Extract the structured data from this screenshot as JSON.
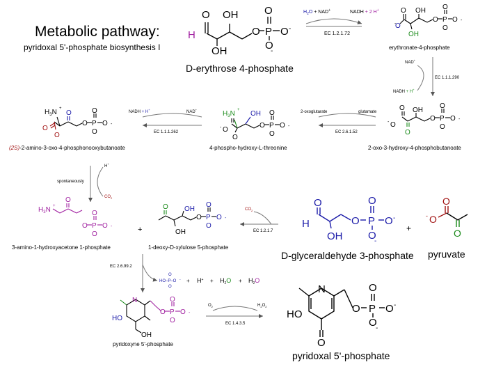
{
  "title": "Metabolic pathway:",
  "subtitle": "pyridoxal 5'-phosphate biosynthesis I",
  "colors": {
    "black": "#000000",
    "blue": "#1a1aa8",
    "red": "#a01010",
    "green": "#1a8a1a",
    "purple": "#a020a0",
    "magenta": "#b01080",
    "teal": "#008080",
    "arrow": "#777777"
  },
  "compounds": {
    "erythrose": "D-erythrose 4-phosphate",
    "erythronate": "erythronate-4-phosphate",
    "oxohydroxy": "2-oxo-3-hydroxy-4-phosphobutanoate",
    "threonine": "4-phospho-hydroxy-L-threonine",
    "aminooxo_stereo": "(2S)",
    "aminooxo_rest": "-2-amino-3-oxo-4-phosphonooxybutanoate",
    "aminohydroxyacetone": "3-amino-1-hydroxyacetone 1-phosphate",
    "plus": "+",
    "deoxyxylulose": "1-deoxy-D-xylulose 5-phosphate",
    "g3p": "D-glyceraldehyde 3-phosphate",
    "pyruvate": "pyruvate",
    "pyridoxine": "pyridoxyne 5'-phosphate",
    "plp": "pyridoxal 5'-phosphate"
  },
  "reactions": {
    "r1": {
      "ec": "EC 1.2.1.72",
      "left_h2o": "H",
      "left_h2o_sub": "2",
      "left_h2o_o": "O",
      "left_plus": " + NAD",
      "left_sup": "+",
      "right_nadh": "NADH",
      "right_plus": " + 2 H",
      "right_sup": "+"
    },
    "r2": {
      "ec": "EC 1.1.1.290",
      "top": "NAD",
      "top_sup": "+",
      "bottom_nadh": "NADH",
      "bottom_plus": " + H",
      "bottom_sup": "+"
    },
    "r3": {
      "ec": "EC 2.6.1.52",
      "left": "2-oxoglutarate",
      "right": "glutamate"
    },
    "r4": {
      "ec": "EC 1.1.1.262",
      "left_nadh": "NADH",
      "left_plus": " + H",
      "left_sup": "+",
      "right": "NAD",
      "right_sup": "+"
    },
    "r5": {
      "label": "spontaneously",
      "top": "H",
      "top_sup": "+",
      "bottom": "CO",
      "bottom_sub": "2"
    },
    "r6": {
      "ec": "EC 1.2.1.7",
      "top": "CO",
      "top_sub": "2"
    },
    "r7": {
      "ec": "EC 2.6.99.2",
      "phosphate": "HO–P–O",
      "plus": "+",
      "h": "H",
      "h_sup": "+",
      "h2o_h": "H",
      "h2o_sub": "2",
      "h2o_o": "O"
    },
    "r8": {
      "ec": "EC 1.4.3.5",
      "left": "O",
      "left_sub": "2",
      "right_h": "H",
      "right_sub": "2",
      "right_o": "O",
      "right_sub2": "2"
    }
  },
  "atoms": {
    "O": "O",
    "OH": "OH",
    "HO": "HO",
    "H": "H",
    "P": "P",
    "N": "N",
    "H3N": "H",
    "H3N_sub": "3",
    "H3N_N": "N",
    "minus": "-",
    "plus": "+"
  }
}
